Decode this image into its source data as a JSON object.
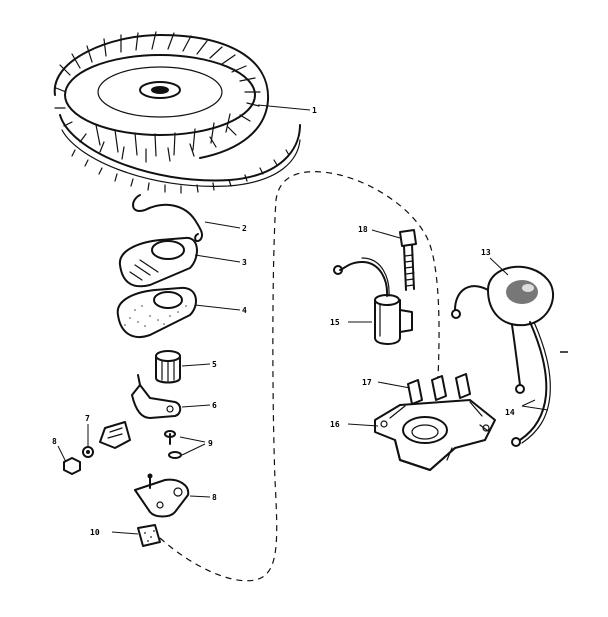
{
  "figure": {
    "callouts": {
      "flywheel": "1",
      "spring_clip": "2",
      "cover": "3",
      "gasket": "4",
      "cam": "5",
      "breaker_arm": "6",
      "terminal": "7",
      "screw_assembly": "8",
      "nut": "8",
      "breaker_plate": "9",
      "felt_wick": "10",
      "coil": "13",
      "ignition_wire": "14",
      "condenser": "15",
      "armature": "16",
      "bracket": "17",
      "bolt": "18"
    }
  }
}
